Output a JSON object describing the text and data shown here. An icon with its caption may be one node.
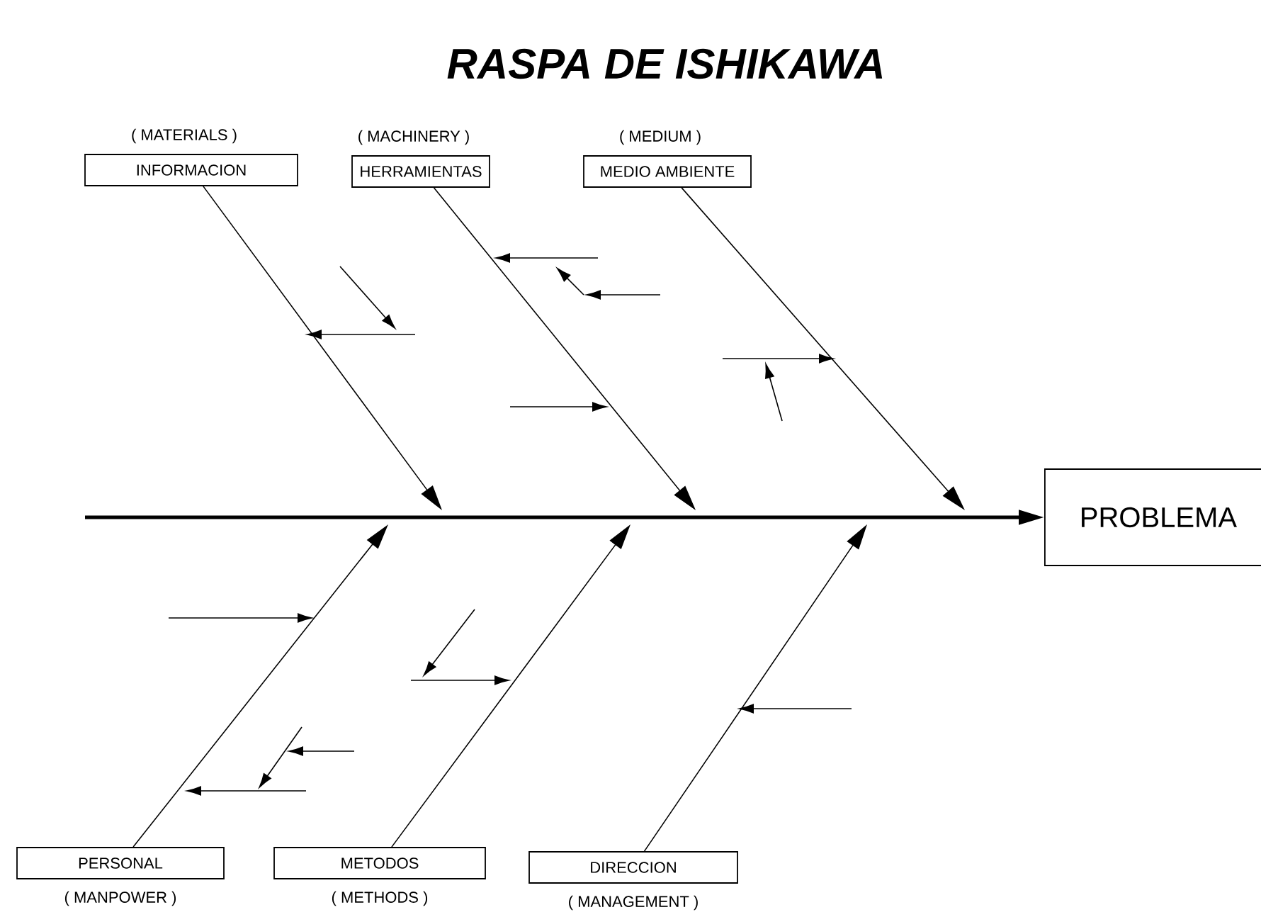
{
  "diagram": {
    "title": "RASPA DE ISHIKAWA",
    "nodes": [
      {
        "text": [
          "( MATERIALS )",
          "INFORMACION"
        ]
      },
      {
        "text": [
          "( MACHINERY )",
          "HERRAMIENTAS"
        ]
      },
      {
        "text": [
          "( MEDIUM )",
          "MEDIO AMBIENTE"
        ]
      },
      {
        "text": [
          "PERSONAL",
          "( MANPOWER )"
        ]
      },
      {
        "text": [
          "METODOS",
          "( METHODS )"
        ]
      },
      {
        "text": [
          "DIRECCION",
          "( MANAGEMENT )"
        ]
      },
      {
        "text": [
          "PROBLEMA"
        ]
      }
    ],
    "edges": [
      {
        "from": null,
        "to": 6,
        "arrow": "to",
        "style": "thick"
      },
      {
        "from": 0,
        "to": null,
        "arrow": "to"
      },
      {
        "from": 1,
        "to": null,
        "arrow": "to"
      },
      {
        "from": 2,
        "to": null,
        "arrow": "to"
      },
      {
        "from": 3,
        "to": null,
        "arrow": "to"
      },
      {
        "from": 4,
        "to": null,
        "arrow": "to"
      },
      {
        "from": 5,
        "to": null,
        "arrow": "to"
      }
    ]
  }
}
